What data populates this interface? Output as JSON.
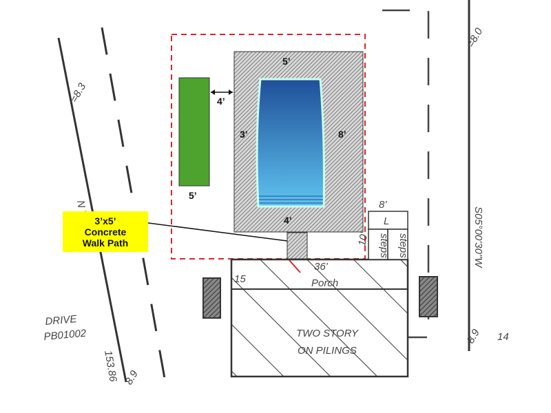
{
  "callout": {
    "line1": "3’x5’",
    "line2": "Concrete",
    "line3": "Walk Path"
  },
  "dimensions": {
    "deck_top": "5’",
    "deck_left": "3’",
    "deck_right": "8’",
    "deck_bottom": "4’",
    "green_gap": "4’",
    "green_bottom": "5’",
    "landing_width": "8’",
    "landing_depth": "10’",
    "porch_length": "36’",
    "porch_side": "15"
  },
  "plan_labels": {
    "landing": "L",
    "steps_1": "steps",
    "steps_2": "steps",
    "porch": "Porch",
    "house_1": "TWO STORY",
    "house_2": "ON PILINGS",
    "street_1": "DRIVE",
    "street_2": "PB01002",
    "left_bearing": "N   W.12",
    "left_distance": "153.86",
    "left_elev_top": "=8.3",
    "left_elev_bottom": "8.9",
    "right_bearing": "S05°00'30\"W",
    "right_elev_top": "=8.0",
    "right_elev_bottom": "8.9",
    "right_distance": "14"
  },
  "colors": {
    "setback": "#d9262b",
    "planter": "#4ea32f",
    "callout": "#ffff00",
    "pool_dark": "#1f4f99",
    "pool_light": "#5fc3ef"
  }
}
